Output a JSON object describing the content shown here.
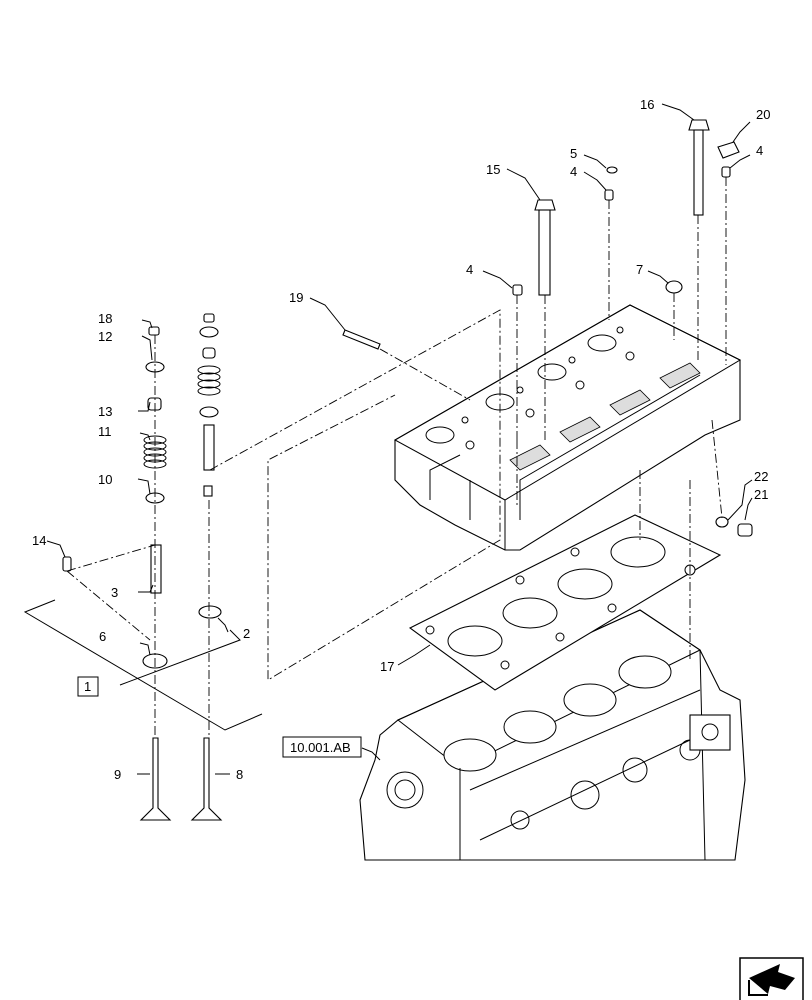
{
  "callouts": {
    "c1": "1",
    "c2": "2",
    "c3": "3",
    "c4a": "4",
    "c4b": "4",
    "c4c": "4",
    "c5": "5",
    "c6": "6",
    "c7": "7",
    "c8": "8",
    "c9": "9",
    "c10": "10",
    "c11": "11",
    "c12": "12",
    "c13": "13",
    "c14": "14",
    "c15": "15",
    "c16": "16",
    "c17": "17",
    "c18": "18",
    "c19": "19",
    "c20": "20",
    "c21": "21",
    "c22": "22"
  },
  "reference": {
    "label": "10.001.AB"
  },
  "nav": {
    "icon": "next-page-arrow-icon"
  }
}
